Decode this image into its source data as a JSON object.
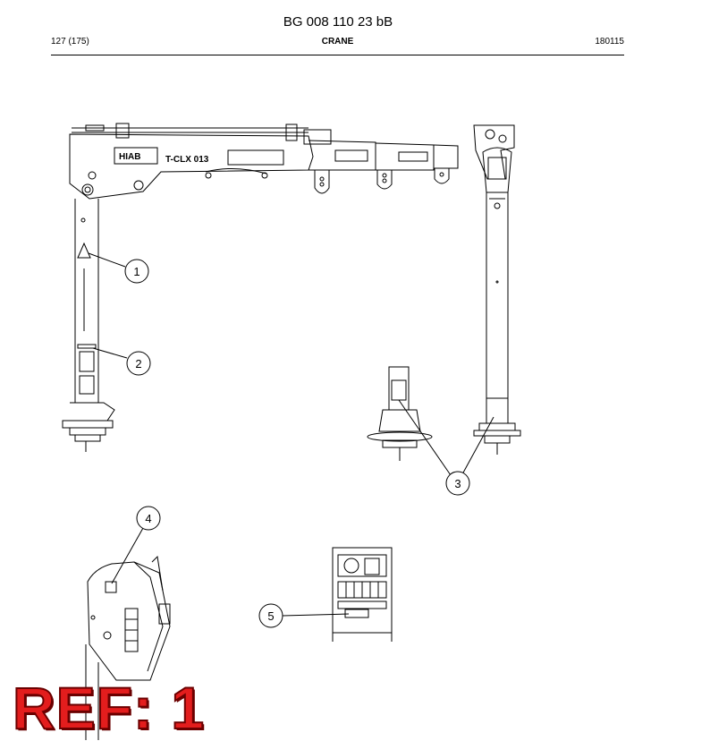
{
  "header": {
    "document_id": "BG 008 110 23 bB",
    "page": "127 (175)",
    "section": "CRANE",
    "date_code": "180115"
  },
  "drawing": {
    "boom_model_text": "T-CLX 013",
    "brand_text": "HIAB",
    "callouts": [
      {
        "number": "1"
      },
      {
        "number": "2"
      },
      {
        "number": "3"
      },
      {
        "number": "4"
      },
      {
        "number": "5"
      }
    ]
  },
  "stamp": {
    "text": "REF: 1",
    "color": "#e31d1d"
  }
}
